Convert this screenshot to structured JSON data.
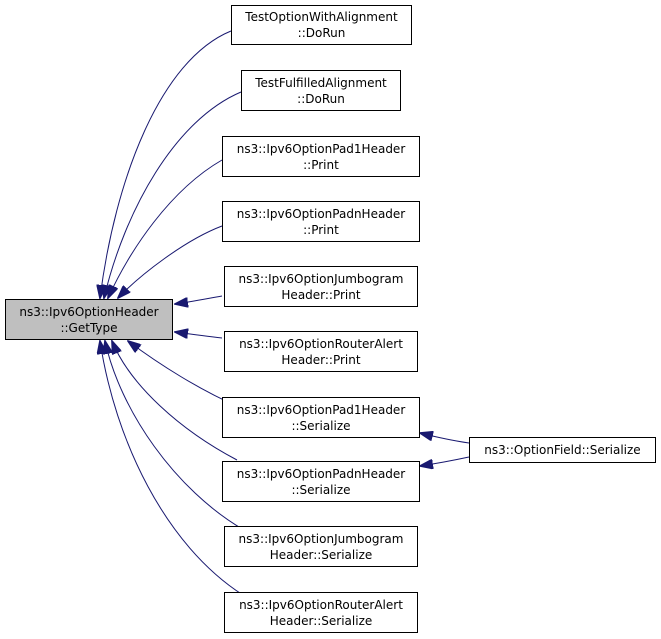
{
  "colors": {
    "edge": "#191970",
    "node_border": "#000000",
    "node_fill": "#ffffff",
    "root_fill": "#bfbfbf"
  },
  "root": {
    "line1": "ns3::Ipv6OptionHeader",
    "line2": "::GetType"
  },
  "callers": [
    {
      "line1": "TestOptionWithAlignment",
      "line2": "::DoRun"
    },
    {
      "line1": "TestFulfilledAlignment",
      "line2": "::DoRun"
    },
    {
      "line1": "ns3::Ipv6OptionPad1Header",
      "line2": "::Print"
    },
    {
      "line1": "ns3::Ipv6OptionPadnHeader",
      "line2": "::Print"
    },
    {
      "line1": "ns3::Ipv6OptionJumbogram",
      "line2": "Header::Print"
    },
    {
      "line1": "ns3::Ipv6OptionRouterAlert",
      "line2": "Header::Print"
    },
    {
      "line1": "ns3::Ipv6OptionPad1Header",
      "line2": "::Serialize"
    },
    {
      "line1": "ns3::Ipv6OptionPadnHeader",
      "line2": "::Serialize"
    },
    {
      "line1": "ns3::Ipv6OptionJumbogram",
      "line2": "Header::Serialize"
    },
    {
      "line1": "ns3::Ipv6OptionRouterAlert",
      "line2": "Header::Serialize"
    }
  ],
  "outer_caller": {
    "line1": "ns3::OptionField::Serialize"
  },
  "edges": [
    {
      "from": "callers.0",
      "to": "root"
    },
    {
      "from": "callers.1",
      "to": "root"
    },
    {
      "from": "callers.2",
      "to": "root"
    },
    {
      "from": "callers.3",
      "to": "root"
    },
    {
      "from": "callers.4",
      "to": "root"
    },
    {
      "from": "callers.5",
      "to": "root"
    },
    {
      "from": "callers.6",
      "to": "root"
    },
    {
      "from": "callers.7",
      "to": "root"
    },
    {
      "from": "callers.8",
      "to": "root"
    },
    {
      "from": "callers.9",
      "to": "root"
    },
    {
      "from": "outer_caller",
      "to": "callers.6"
    },
    {
      "from": "outer_caller",
      "to": "callers.7"
    }
  ]
}
